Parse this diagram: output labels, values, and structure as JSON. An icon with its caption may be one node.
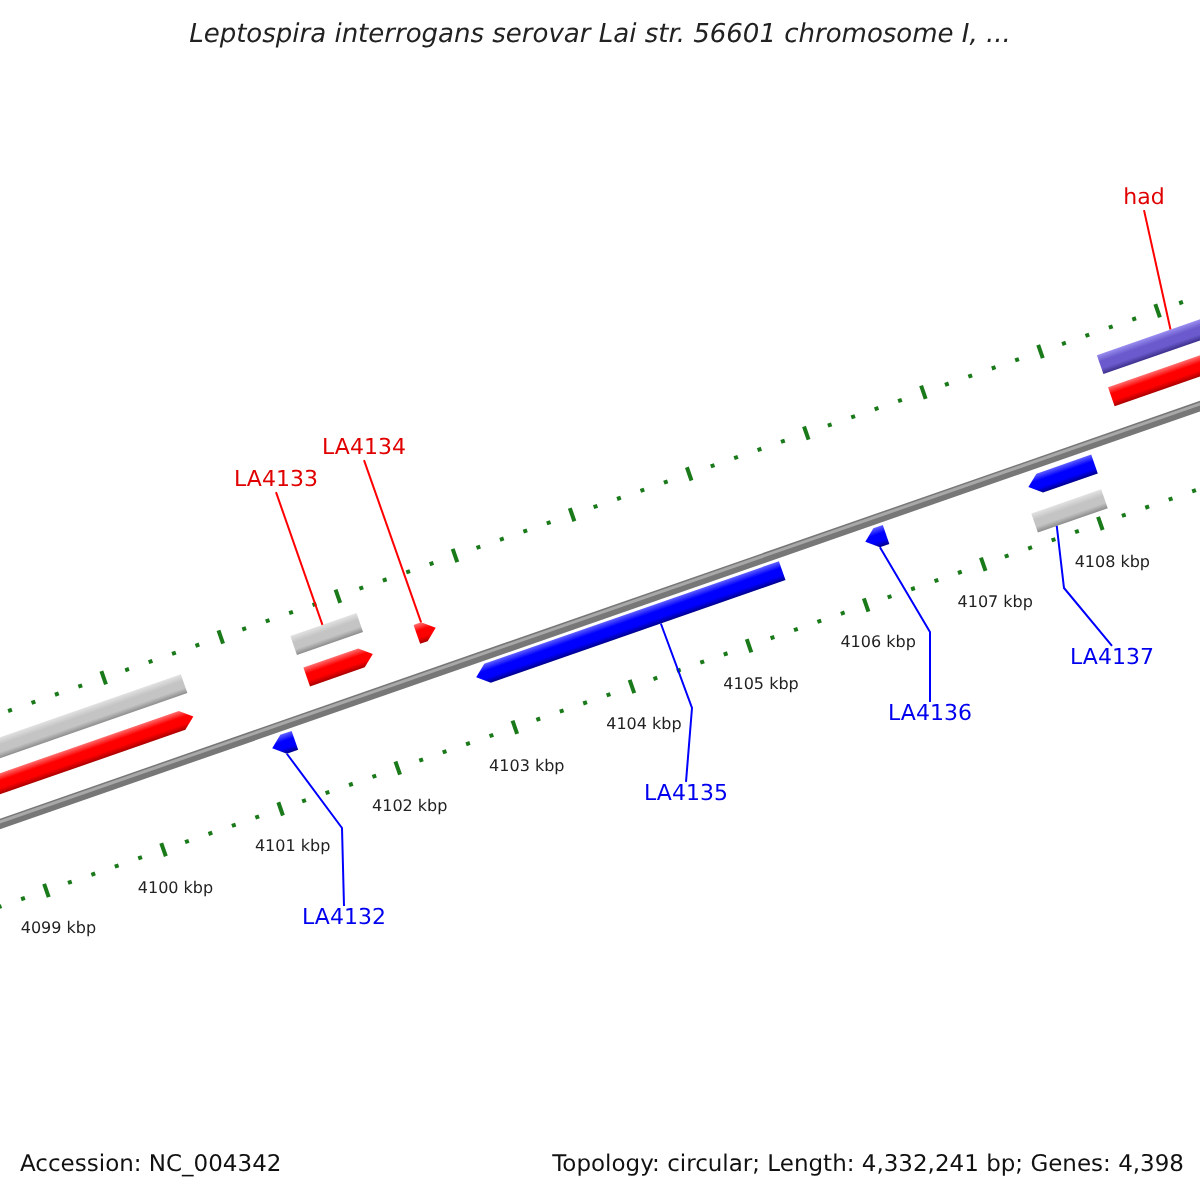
{
  "diagram": {
    "title": "Leptospira interrogans serovar Lai str. 56601 chromosome I, ...",
    "nodes": [
      {
        "text": [
          "had"
        ]
      },
      {
        "text": [
          "LA4134"
        ]
      },
      {
        "text": [
          "LA4133"
        ]
      },
      {
        "text": [
          "LA4137"
        ]
      },
      {
        "text": [
          "LA4136"
        ]
      },
      {
        "text": [
          "LA4135"
        ]
      },
      {
        "text": [
          "LA4132"
        ]
      },
      {
        "text": [],
        "shape": "bar"
      },
      {
        "text": [],
        "shape": "arrow"
      },
      {
        "text": [],
        "shape": "arrow"
      },
      {
        "text": [],
        "shape": "bar"
      },
      {
        "text": [],
        "shape": "arrow"
      },
      {
        "text": [],
        "shape": "arrow"
      },
      {
        "text": [],
        "shape": "arrow"
      },
      {
        "text": [],
        "shape": "arrow"
      },
      {
        "text": [],
        "shape": "arrow"
      },
      {
        "text": [],
        "shape": "bar"
      },
      {
        "text": [],
        "shape": "bar"
      },
      {
        "text": [],
        "shape": "arrow"
      }
    ],
    "edges": [
      {
        "from": 0,
        "to": 17,
        "arrow": "none",
        "color": "#ff0000"
      },
      {
        "from": 1,
        "to": 12,
        "arrow": "none",
        "color": "#ff0000"
      },
      {
        "from": 2,
        "to": 10,
        "arrow": "none",
        "color": "#ff0000"
      },
      {
        "from": 3,
        "to": 16,
        "arrow": "none"
      },
      {
        "from": 4,
        "to": 14,
        "arrow": "none"
      },
      {
        "from": 5,
        "to": 13,
        "arrow": "none"
      },
      {
        "from": 6,
        "to": 9,
        "arrow": "none"
      }
    ],
    "labels": [
      "4108 kbp",
      "4107 kbp",
      "4106 kbp",
      "4105 kbp",
      "4104 kbp",
      "4103 kbp",
      "4102 kbp",
      "4101 kbp",
      "4100 kbp",
      "4099 kbp",
      "Accession: NC_004342",
      "Topology: circular; Length: 4,332,241 bp; Genes: 4,398"
    ]
  }
}
